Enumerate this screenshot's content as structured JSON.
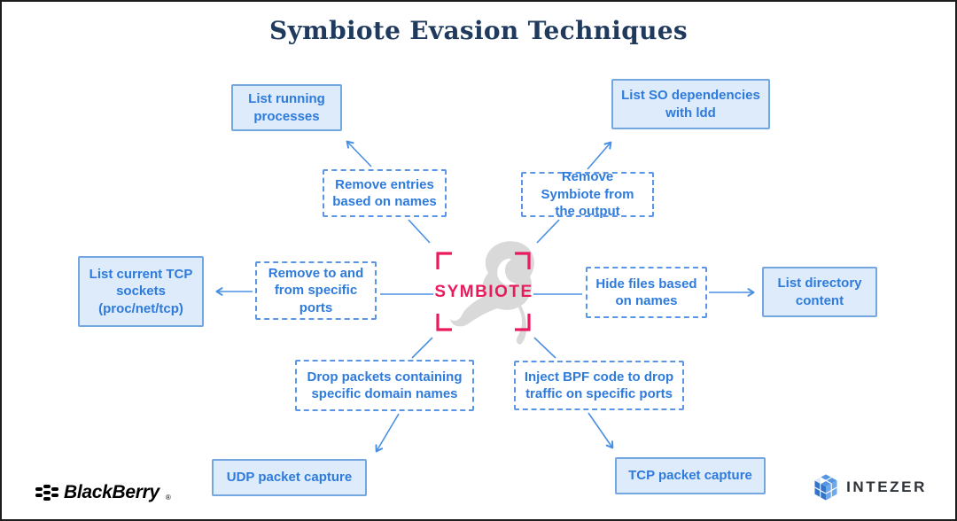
{
  "title": "Symbiote Evasion Techniques",
  "center": {
    "label": "SYMBIOTE"
  },
  "outcomes": {
    "running_processes": "List running processes",
    "so_dependencies": "List SO dependencies with ldd",
    "tcp_sockets": "List current TCP sockets (proc/net/tcp)",
    "directory_content": "List directory content",
    "udp_capture": "UDP packet capture",
    "tcp_capture": "TCP packet capture"
  },
  "techniques": {
    "remove_entries": "Remove entries based on names",
    "remove_symbiote": "Remove Symbiote from the output",
    "remove_ports": "Remove to and from specific ports",
    "hide_files": "Hide files based on names",
    "drop_packets": "Drop packets containing specific domain names",
    "inject_bpf": "Inject BPF code to drop traffic on specific ports"
  },
  "footer": {
    "left_brand": "BlackBerry",
    "left_brand_reg": "®",
    "right_brand": "INTEZER"
  },
  "colors": {
    "accent_blue": "#2e7bdc",
    "box_fill": "#ddebfa",
    "box_border": "#74a7e0",
    "dashed_border": "#5b96e5",
    "arrow": "#4a90e2",
    "center_pink": "#ea1a5d",
    "title_color": "#1f3a5c",
    "ghost": "#d9d9d9"
  }
}
